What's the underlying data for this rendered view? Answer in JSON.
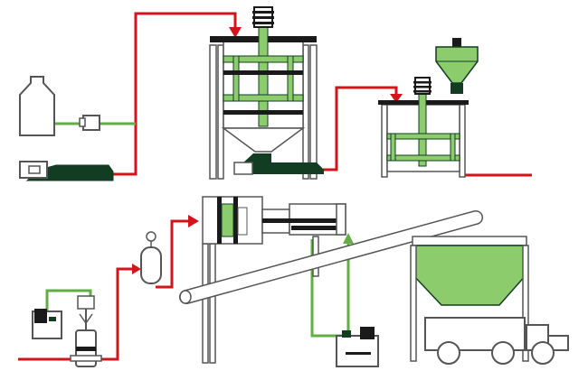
{
  "diagram": {
    "type": "process-flow",
    "text_labels": [],
    "colors": {
      "pipe_red": "#d3141b",
      "pipe_green": "#62ad45",
      "equipment_green": "#8ccc6c",
      "equipment_dark": "#123d22",
      "outline": "#555555",
      "structure_fill": "#ffffff",
      "dark_block": "#1a1a1a"
    },
    "components": [
      "liquid-tank",
      "dosing-pump",
      "screw-feeder",
      "mixing-vessel",
      "agitator-motor",
      "conical-hopper",
      "small-mixer",
      "pulse-dampener",
      "piston-pump",
      "hydraulic-cylinder",
      "conveyor-belt",
      "hydraulic-power-unit",
      "truck-hopper",
      "truck"
    ]
  }
}
